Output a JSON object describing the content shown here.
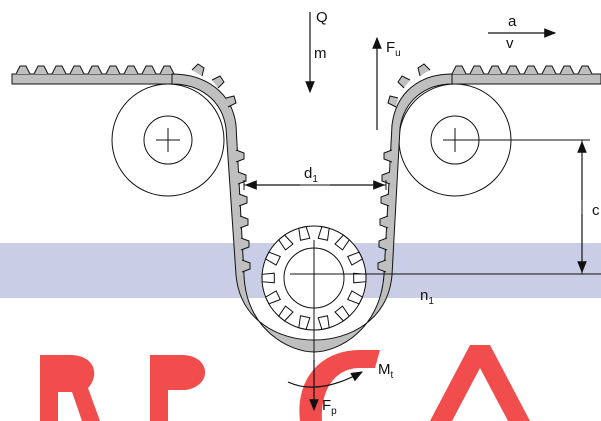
{
  "labels": {
    "Q": "Q",
    "m": "m",
    "Fu_main": "F",
    "Fu_sub": "u",
    "a": "a",
    "v": "v",
    "d1_main": "d",
    "d1_sub": "1",
    "c": "c",
    "n1_main": "n",
    "n1_sub": "1",
    "Mt_main": "M",
    "Mt_sub": "t",
    "Fp_main": "F",
    "Fp_sub": "p"
  },
  "watermark": {
    "band_color": "#c9cde6",
    "letter_color": "#f03a3a"
  },
  "colors": {
    "belt_fill": "#bfbfbf",
    "stroke": "#111111"
  }
}
